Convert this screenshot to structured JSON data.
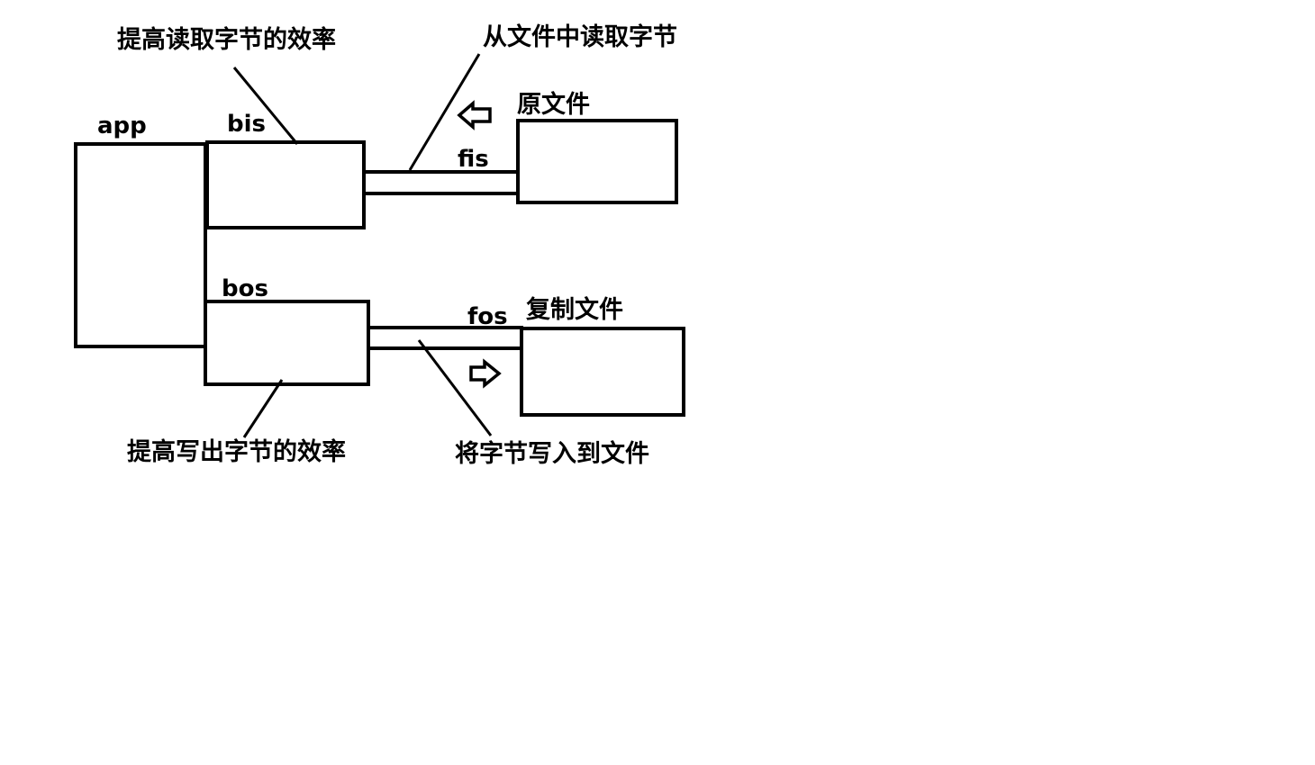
{
  "labels": {
    "app": "app",
    "bis": "bis",
    "bos": "bos",
    "fis": "fis",
    "fos": "fos",
    "source_file": "原文件",
    "copy_file": "复制文件",
    "bis_note": "提高读取字节的效率",
    "fis_note": "从文件中读取字节",
    "bos_note": "提高写出字节的效率",
    "fos_note": "将字节写入到文件"
  },
  "arrows": {
    "read_direction": "arrow-left",
    "write_direction": "arrow-right"
  },
  "colors": {
    "stroke": "#000000",
    "background": "#ffffff"
  }
}
